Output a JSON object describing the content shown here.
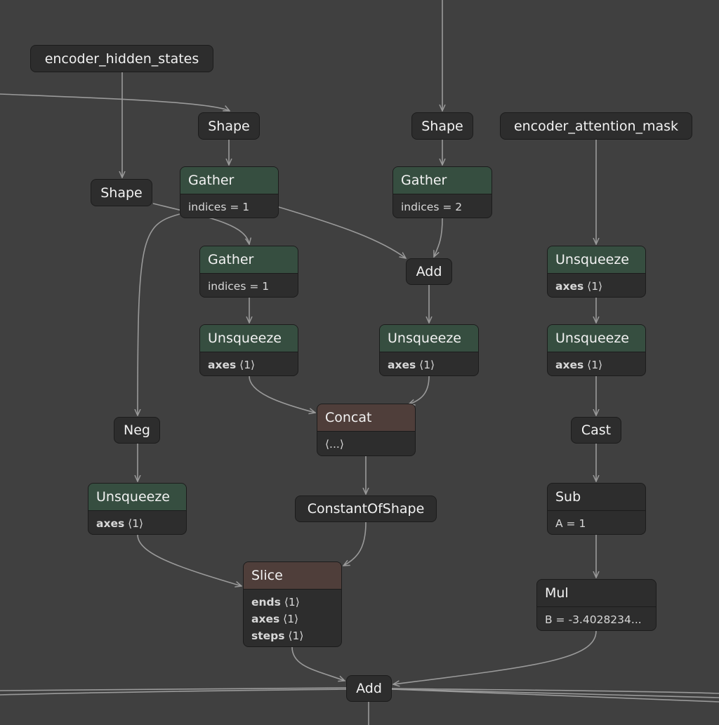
{
  "nodes": {
    "encoder_hidden_states": "encoder_hidden_states",
    "shape1": "Shape",
    "shape2": "Shape",
    "encoder_attention_mask": "encoder_attention_mask",
    "shape3": "Shape",
    "gather1": {
      "title": "Gather",
      "attr": "indices = 1"
    },
    "gather2": {
      "title": "Gather",
      "attr": "indices = 2"
    },
    "gather3": {
      "title": "Gather",
      "attr": "indices = 1"
    },
    "add1": "Add",
    "unsq_r1": {
      "title": "Unsqueeze",
      "attr_key": "axes",
      "attr_val": "⟨1⟩"
    },
    "unsq_mid": {
      "title": "Unsqueeze",
      "attr_key": "axes",
      "attr_val": "⟨1⟩"
    },
    "unsq_c": {
      "title": "Unsqueeze",
      "attr_key": "axes",
      "attr_val": "⟨1⟩"
    },
    "unsq_r2": {
      "title": "Unsqueeze",
      "attr_key": "axes",
      "attr_val": "⟨1⟩"
    },
    "concat": {
      "title": "Concat",
      "attr": "⟨...⟩"
    },
    "neg": "Neg",
    "cast": "Cast",
    "unsq_l": {
      "title": "Unsqueeze",
      "attr_key": "axes",
      "attr_val": "⟨1⟩"
    },
    "constantofshape": "ConstantOfShape",
    "sub": {
      "title": "Sub",
      "attr": "A = 1"
    },
    "slice": {
      "title": "Slice",
      "attrs": [
        {
          "k": "ends",
          "v": "⟨1⟩"
        },
        {
          "k": "axes",
          "v": "⟨1⟩"
        },
        {
          "k": "steps",
          "v": "⟨1⟩"
        }
      ]
    },
    "mul": {
      "title": "Mul",
      "attr": "B = -3.4028234..."
    },
    "add2": "Add"
  },
  "colors": {
    "background": "#404040",
    "node": "#2d2d2d",
    "layer_header": "#364e40",
    "data_header": "#4f3e3a",
    "edge": "#9a9a9a"
  }
}
